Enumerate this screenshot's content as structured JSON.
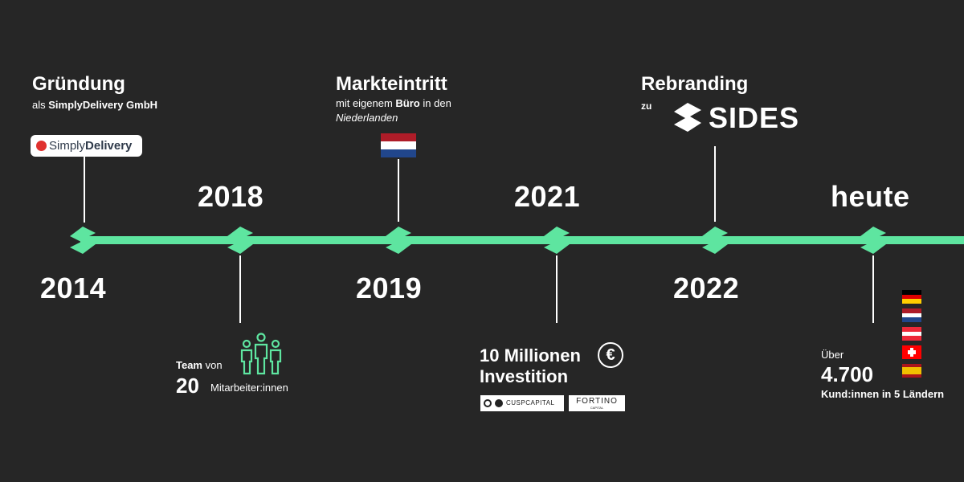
{
  "colors": {
    "background": "#262626",
    "accent": "#5ee5a0",
    "text": "#ffffff"
  },
  "milestones": {
    "m2014": {
      "year": "2014",
      "title": "Gründung",
      "sub_prefix": "als ",
      "sub_bold": "SimplyDelivery GmbH",
      "logo_text_a": "Simply",
      "logo_text_b": "Delivery"
    },
    "m2018": {
      "year": "2018",
      "team_bold": "Team",
      "team_rest": " von",
      "count": "20",
      "count_label": "Mitarbeiter:innen",
      "icon": "people-icon"
    },
    "m2019": {
      "year": "2019",
      "title": "Markteintritt",
      "sub_line1_a": "mit eigenem ",
      "sub_line1_b": "Büro",
      "sub_line1_c": " in den",
      "sub_line2": "Niederlanden"
    },
    "m2021": {
      "year": "2021",
      "title_line1": "10 Millionen",
      "title_line2": "Investition",
      "euro_symbol": "€",
      "investor1": "CUSPCAPITAL",
      "investor2": "FORTINO",
      "investor2_sub": "CAPITAL"
    },
    "m2022": {
      "year": "2022",
      "title": "Rebranding",
      "sub": "zu",
      "brand": "SIDES"
    },
    "mToday": {
      "year": "heute",
      "sub1": "Über",
      "count": "4.700",
      "sub2": "Kund:innen in 5 Ländern",
      "flags": [
        "Germany",
        "Netherlands",
        "Austria",
        "Switzerland",
        "Spain"
      ]
    }
  }
}
